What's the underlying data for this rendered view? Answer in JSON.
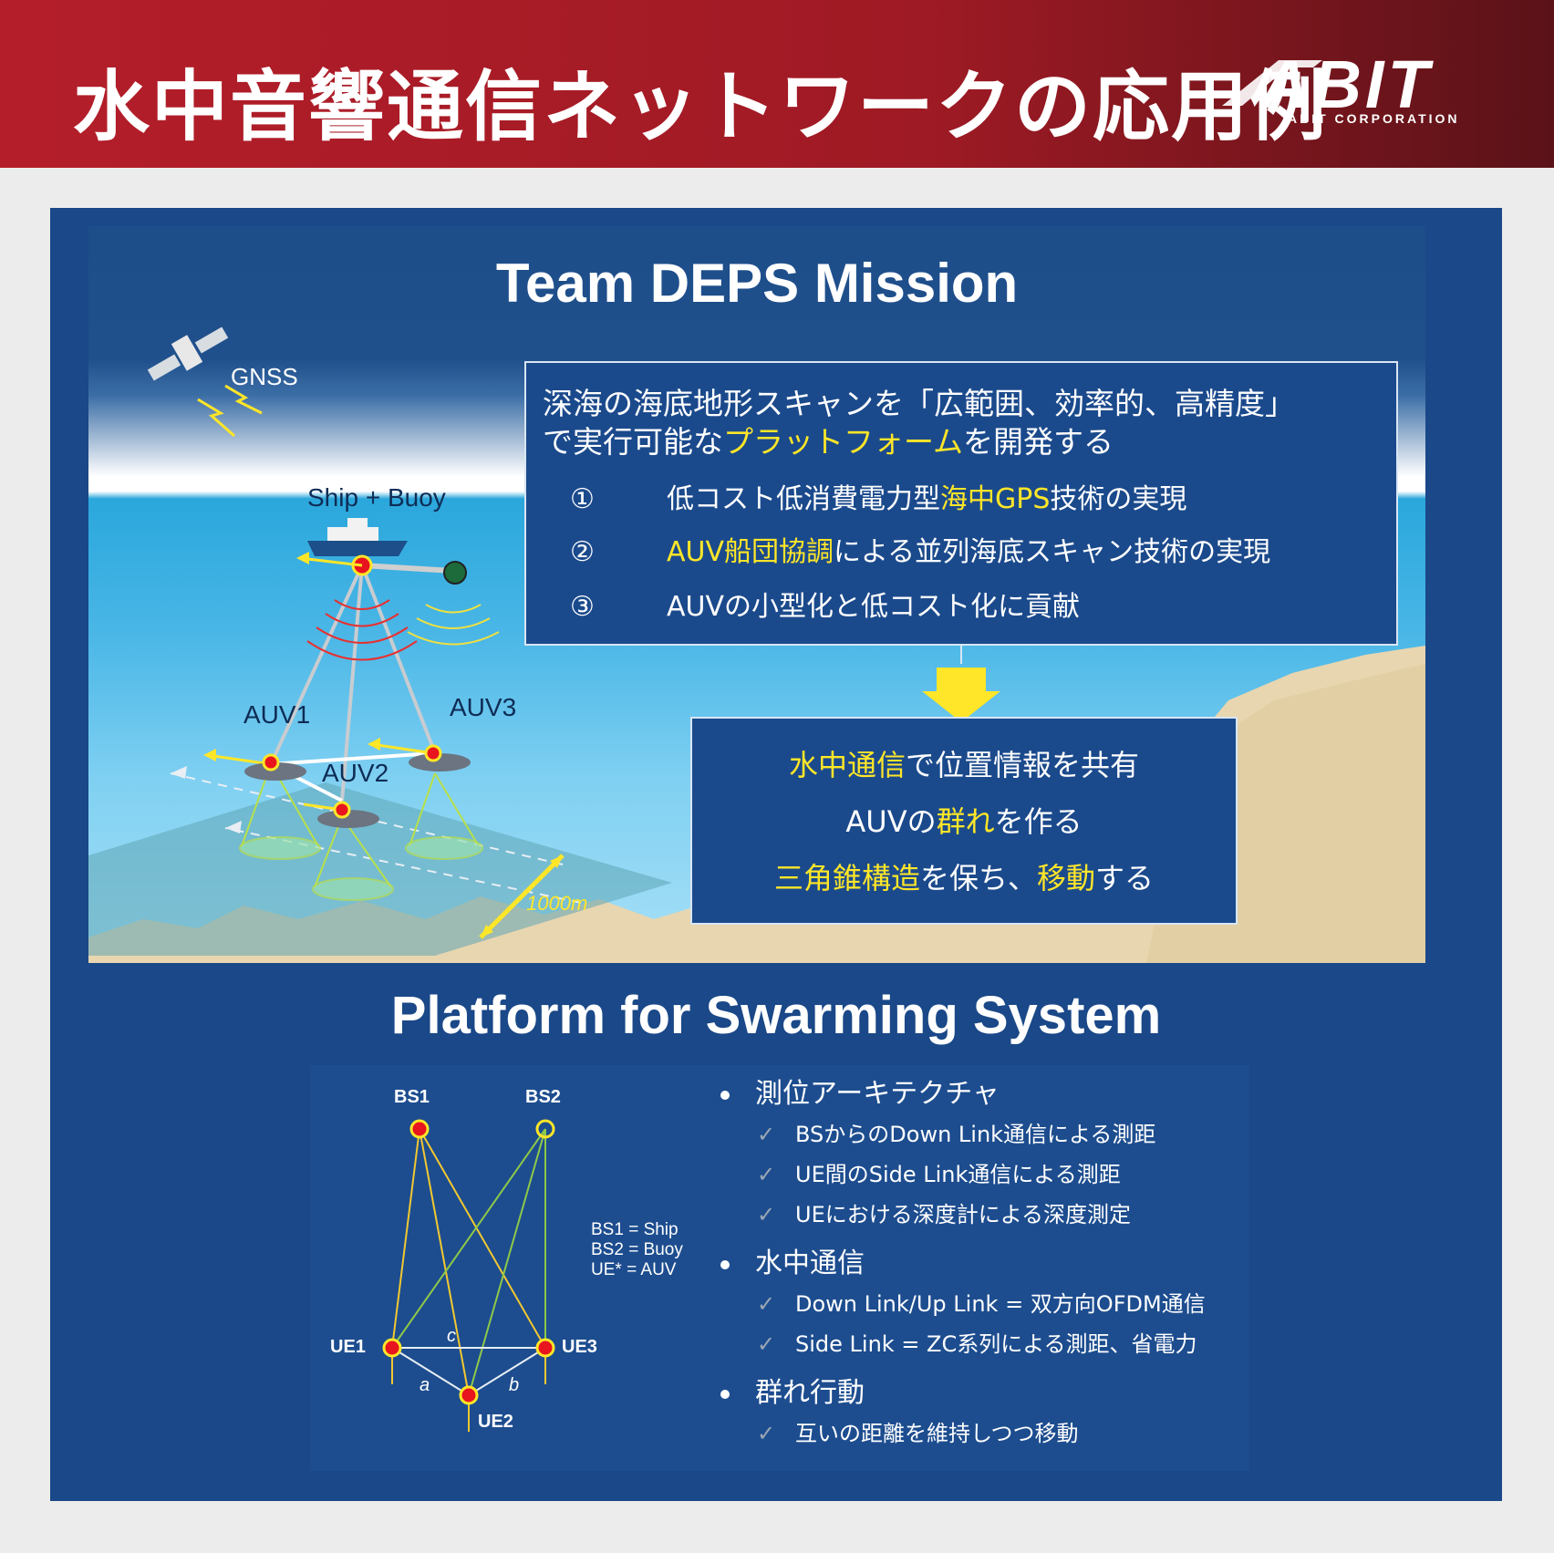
{
  "header": {
    "title": "水中音響通信ネットワークの応用例"
  },
  "logo": {
    "mark": "ABIT",
    "sub": "ABIT CORPORATION"
  },
  "mission": {
    "title": "Team DEPS Mission",
    "box_line1": "深海の海底地形スキャンを「広範囲、効率的、高精度」",
    "box_line2_pre": "で実行可能な",
    "box_line2_hl": "プラットフォーム",
    "box_line2_post": "を開発する",
    "items": [
      {
        "num": "①",
        "pre": "低コスト低消費電力型",
        "hl": "海中GPS",
        "post": "技術の実現"
      },
      {
        "num": "②",
        "pre": "",
        "hl": "AUV船団協調",
        "post": "による並列海底スキャン技術の実現"
      },
      {
        "num": "③",
        "pre": "AUVの小型化と低コスト化に貢献",
        "hl": "",
        "post": ""
      }
    ],
    "result": [
      {
        "hl1": "水中通信",
        "t1": "で位置情報を共有",
        "hl2": "",
        "t2": ""
      },
      {
        "hl1": "",
        "t1": "AUVの",
        "hl2": "群れ",
        "t2": "を作る"
      },
      {
        "hl1": "三角錐構造",
        "t1": "を保ち、",
        "hl2": "移動",
        "t2": "する"
      }
    ],
    "labels": {
      "gnss": "GNSS",
      "ship": "Ship + Buoy",
      "auv1": "AUV1",
      "auv2": "AUV2",
      "auv3": "AUV3",
      "distance": "1000m"
    }
  },
  "swarm": {
    "title": "Platform for Swarming System",
    "nodes": {
      "bs1": "BS1",
      "bs2": "BS2",
      "ue1": "UE1",
      "ue2": "UE2",
      "ue3": "UE3"
    },
    "edges": {
      "a": "a",
      "b": "b",
      "c": "c"
    },
    "legend": [
      "BS1 = Ship",
      "BS2 = Buoy",
      "UE* = AUV"
    ],
    "sections": [
      {
        "title": "測位アーキテクチャ",
        "items": [
          "BSからのDown Link通信による測距",
          "UE間のSide Link通信による測距",
          "UEにおける深度計による深度測定"
        ]
      },
      {
        "title": "水中通信",
        "items": [
          "Down Link/Up Link = 双方向OFDM通信",
          "Side Link = ZC系列による測距、省電力"
        ]
      },
      {
        "title": "群れ行動",
        "items": [
          "互いの距離を維持しつつ移動"
        ]
      }
    ],
    "check_icon": "✓"
  },
  "colors": {
    "header_red": "#b41e2a",
    "panel_blue": "#1a4888",
    "highlight_yellow": "#ffe628",
    "node_red": "#e8141e"
  }
}
